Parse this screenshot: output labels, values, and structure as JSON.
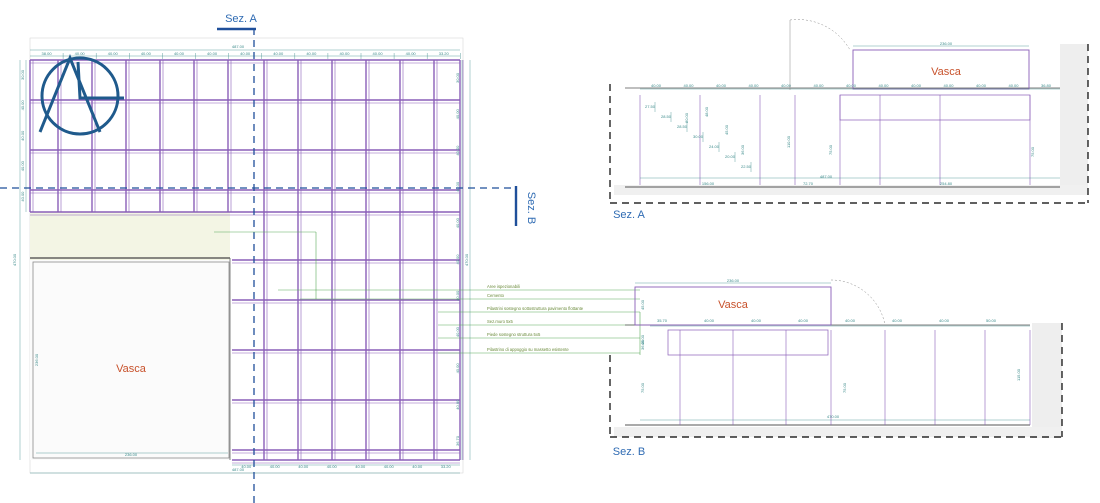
{
  "colors": {
    "beam": "#8a5fb8",
    "dimension": "#3a8a8a",
    "section_line": "#1f4f9a",
    "leader": "#5aaa5a",
    "vasca_text": "#c8522c",
    "logo": "#1f5a8c"
  },
  "icons": {
    "logo": "architect-logo-icon"
  },
  "plan": {
    "vasca_label": "Vasca",
    "top_total": "487.00",
    "bottom_total": "487.00",
    "top_segments": [
      "38.00",
      "40.00",
      "40.00",
      "40.00",
      "40.00",
      "40.00",
      "40.00",
      "40.00",
      "40.00",
      "40.00",
      "40.00",
      "40.00",
      "33.20"
    ],
    "bottom_segments": [
      "40.00",
      "40.00",
      "40.00",
      "40.00",
      "40.00",
      "40.00",
      "40.00",
      "33.20"
    ],
    "vasca_width": "236.00",
    "vasca_height": "236.00",
    "left_total": "470.00",
    "right_total": "470.00",
    "left_segments": [
      "30.00",
      "40.00",
      "40.00",
      "40.00",
      "40.00"
    ],
    "right_segments": [
      "30.00",
      "40.00",
      "40.00",
      "40.00",
      "40.00",
      "40.00",
      "40.00",
      "40.00",
      "40.00",
      "40.00",
      "36.70"
    ]
  },
  "section_markers": {
    "a": "Sez. A",
    "b": "Sez. B"
  },
  "legend": [
    "Aree ispezionabili",
    "Cemento",
    "Pilastrini sostegno sottostruttura pavimento flottante",
    "Sez.muro 5x5",
    "Piede sostegno struttura 5x5",
    "Pilastrino di appoggio su massetto esistente"
  ],
  "section_a": {
    "title": "Sez. A",
    "vasca_label": "Vasca",
    "top_width": "236.00",
    "top_segments": [
      "40.00",
      "40.00",
      "40.00",
      "40.00",
      "40.00",
      "40.00",
      "40.00",
      "40.00",
      "40.00",
      "40.00",
      "40.00",
      "40.00",
      "36.80"
    ],
    "steps": [
      "27.50",
      "28.50",
      "28.50",
      "30.00",
      "24.00",
      "20.00",
      "22.50"
    ],
    "heights": [
      "80.00",
      "48.00",
      "45.00",
      "36.00",
      "110.00",
      "75.00",
      "75.00"
    ],
    "bottom": [
      "156.00",
      "72.70",
      "254.80"
    ],
    "total": "487.00"
  },
  "section_b": {
    "title": "Sez. B",
    "vasca_label": "Vasca",
    "top_width": "236.00",
    "top_segments": [
      "35.70",
      "40.00",
      "40.00",
      "40.00",
      "40.00",
      "40.00",
      "40.00",
      "50.00"
    ],
    "heights": [
      "45.00",
      "45.00",
      "36.00",
      "75.00",
      "75.00",
      "115.00"
    ],
    "total": "470.00"
  }
}
